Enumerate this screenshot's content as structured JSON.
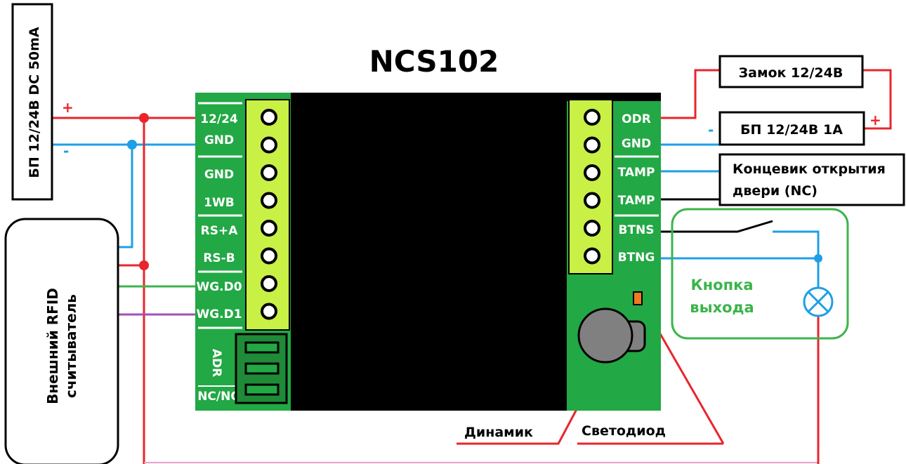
{
  "title": "NCS102",
  "power_supply_left": "БП 12/24В DC 50mA",
  "reader": {
    "line1": "Внешний RFID",
    "line2": "считыватель"
  },
  "left_terminals": [
    "12/24",
    "GND",
    "GND",
    "1WB",
    "RS+A",
    "RS-B",
    "WG.D0",
    "WG.D1"
  ],
  "adr_label": "ADR",
  "ncno_label": "NC/NO",
  "right_terminals": [
    "ODR",
    "GND",
    "TAMP",
    "TAMP",
    "BTNS",
    "BTNG"
  ],
  "lock_label": "Замок 12/24В",
  "psu_right_label": "БП 12/24В 1А",
  "tamper": {
    "line1": "Концевик открытия",
    "line2": "двери (NC)"
  },
  "exit_button": {
    "line1": "Кнопка",
    "line2": "выхода"
  },
  "speaker_label": "Динамик",
  "led_label": "Светодиод",
  "plus_sign": "+",
  "minus_sign": "-",
  "colors": {
    "board_green": "#22a844",
    "terminal_yellow": "#c8f045",
    "wire_red": "#e8252c",
    "wire_blue": "#1e9fe6",
    "wire_green": "#3cb44b",
    "wire_purple": "#a050b8",
    "exit_green": "#3cb44b",
    "led_orange": "#f07820"
  }
}
